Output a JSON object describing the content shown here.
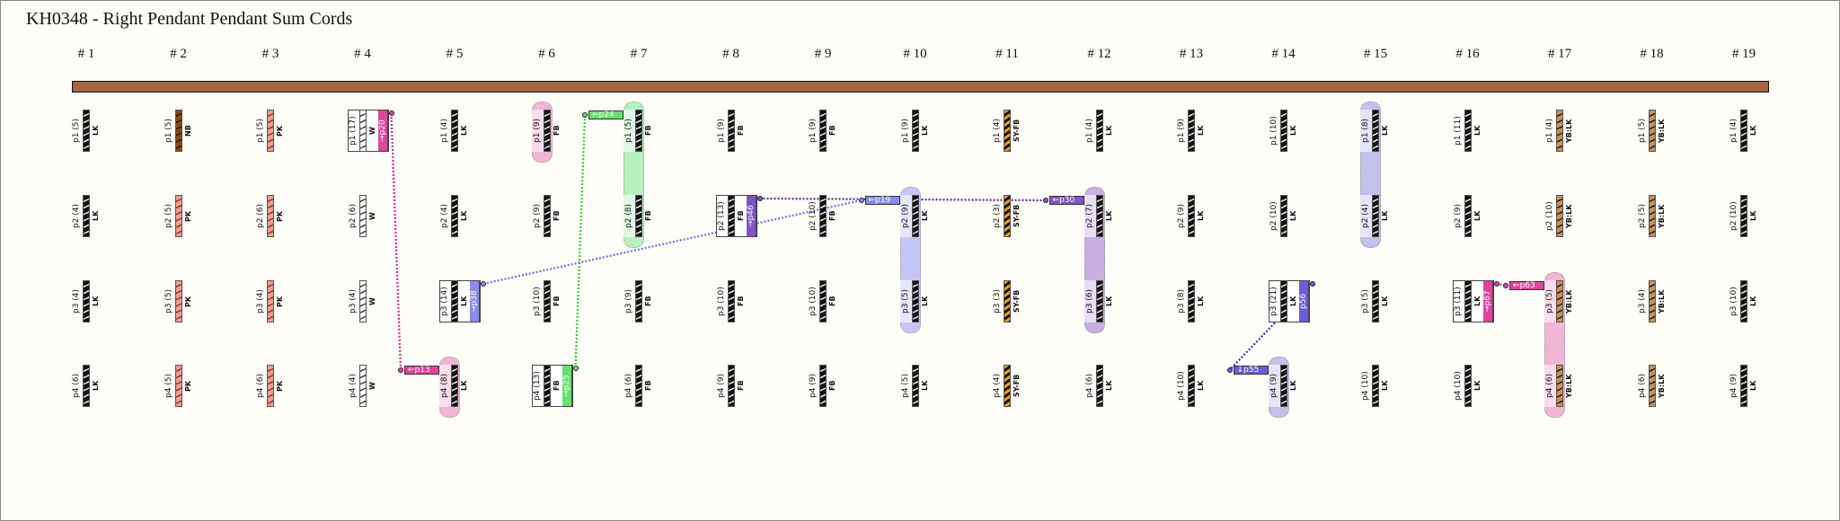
{
  "title": "KH0348 - Right Pendant Pendant Sum Cords",
  "column_headers": [
    "# 1",
    "# 2",
    "# 3",
    "# 4",
    "# 5",
    "# 6",
    "# 7",
    "# 8",
    "# 9",
    "# 10",
    "# 11",
    "# 12",
    "# 13",
    "# 14",
    "# 15",
    "# 16",
    "# 17",
    "# 18",
    "# 19"
  ],
  "top_cord_color": "#a8663f",
  "columns": [
    {
      "cords": [
        {
          "label": "p1 (5)",
          "color": "LK"
        },
        {
          "label": "p2 (4)",
          "color": "LK"
        },
        {
          "label": "p3 (4)",
          "color": "LK"
        },
        {
          "label": "p4 (6)",
          "color": "LK"
        }
      ]
    },
    {
      "cords": [
        {
          "label": "p1 (5)",
          "color": "NB"
        },
        {
          "label": "p2 (5)",
          "color": "PK"
        },
        {
          "label": "p3 (5)",
          "color": "PK"
        },
        {
          "label": "p4 (5)",
          "color": "PK"
        }
      ]
    },
    {
      "cords": [
        {
          "label": "p1 (5)",
          "color": "PK"
        },
        {
          "label": "p2 (6)",
          "color": "PK"
        },
        {
          "label": "p3 (4)",
          "color": "PK"
        },
        {
          "label": "p4 (6)",
          "color": "PK"
        }
      ]
    },
    {
      "cords": [
        {
          "label": "p1 (17)",
          "color": "W"
        },
        {
          "label": "p2 (6)",
          "color": "W"
        },
        {
          "label": "p3 (4)",
          "color": "W"
        },
        {
          "label": "p4 (4)",
          "color": "W"
        }
      ]
    },
    {
      "cords": [
        {
          "label": "p1 (4)",
          "color": "LK"
        },
        {
          "label": "p2 (4)",
          "color": "LK"
        },
        {
          "label": "p3 (14)",
          "color": "LK"
        },
        {
          "label": "p4 (8)",
          "color": "LK"
        }
      ]
    },
    {
      "cords": [
        {
          "label": "p1 (9)",
          "color": "FB"
        },
        {
          "label": "p2 (9)",
          "color": "FB"
        },
        {
          "label": "p3 (10)",
          "color": "FB"
        },
        {
          "label": "p4 (13)",
          "color": "FB"
        }
      ]
    },
    {
      "cords": [
        {
          "label": "p1 (5)",
          "color": "FB"
        },
        {
          "label": "p2 (8)",
          "color": "FB"
        },
        {
          "label": "p3 (9)",
          "color": "FB"
        },
        {
          "label": "p4 (6)",
          "color": "FB"
        }
      ]
    },
    {
      "cords": [
        {
          "label": "p1 (9)",
          "color": "FB"
        },
        {
          "label": "p2 (13)",
          "color": "FB"
        },
        {
          "label": "p3 (10)",
          "color": "FB"
        },
        {
          "label": "p4 (9)",
          "color": "FB"
        }
      ]
    },
    {
      "cords": [
        {
          "label": "p1 (9)",
          "color": "FB"
        },
        {
          "label": "p2 (10)",
          "color": "FB"
        },
        {
          "label": "p3 (10)",
          "color": "FB"
        },
        {
          "label": "p4 (9)",
          "color": "FB"
        }
      ]
    },
    {
      "cords": [
        {
          "label": "p1 (9)",
          "color": "LK"
        },
        {
          "label": "p2 (9)",
          "color": "LK"
        },
        {
          "label": "p3 (5)",
          "color": "LK"
        },
        {
          "label": "p4 (5)",
          "color": "LK"
        }
      ]
    },
    {
      "cords": [
        {
          "label": "p1 (4)",
          "color": "SY-FB"
        },
        {
          "label": "p2 (3)",
          "color": "SY-FB"
        },
        {
          "label": "p3 (3)",
          "color": "SY-FB"
        },
        {
          "label": "p4 (4)",
          "color": "SY-FB"
        }
      ]
    },
    {
      "cords": [
        {
          "label": "p1 (4)",
          "color": "LK"
        },
        {
          "label": "p2 (7)",
          "color": "LK"
        },
        {
          "label": "p3 (6)",
          "color": "LK"
        },
        {
          "label": "p4 (6)",
          "color": "LK"
        }
      ]
    },
    {
      "cords": [
        {
          "label": "p1 (9)",
          "color": "LK"
        },
        {
          "label": "p2 (9)",
          "color": "LK"
        },
        {
          "label": "p3 (8)",
          "color": "LK"
        },
        {
          "label": "p4 (10)",
          "color": "LK"
        }
      ]
    },
    {
      "cords": [
        {
          "label": "p1 (10)",
          "color": "LK"
        },
        {
          "label": "p2 (10)",
          "color": "LK"
        },
        {
          "label": "p3 (21)",
          "color": "LK"
        },
        {
          "label": "p4 (9)",
          "color": "LK"
        }
      ]
    },
    {
      "cords": [
        {
          "label": "p1 (8)",
          "color": "LK"
        },
        {
          "label": "p2 (4)",
          "color": "LK"
        },
        {
          "label": "p3 (5)",
          "color": "LK"
        },
        {
          "label": "p4 (10)",
          "color": "LK"
        }
      ]
    },
    {
      "cords": [
        {
          "label": "p1 (11)",
          "color": "LK"
        },
        {
          "label": "p2 (9)",
          "color": "LK"
        },
        {
          "label": "p3 (11)",
          "color": "LK"
        },
        {
          "label": "p4 (10)",
          "color": "LK"
        }
      ]
    },
    {
      "cords": [
        {
          "label": "p1 (4)",
          "color": "YB:LK"
        },
        {
          "label": "p2 (10)",
          "color": "YB:LK"
        },
        {
          "label": "p3 (5)",
          "color": "YB:LK"
        },
        {
          "label": "p4 (6)",
          "color": "YB:LK"
        }
      ]
    },
    {
      "cords": [
        {
          "label": "p1 (5)",
          "color": "YB:LK"
        },
        {
          "label": "p2 (5)",
          "color": "YB:LK"
        },
        {
          "label": "p3 (4)",
          "color": "YB:LK"
        },
        {
          "label": "p4 (6)",
          "color": "YB:LK"
        }
      ]
    },
    {
      "cords": [
        {
          "label": "p1 (4)",
          "color": "LK"
        },
        {
          "label": "p2 (10)",
          "color": "LK"
        },
        {
          "label": "p3 (10)",
          "color": "LK"
        },
        {
          "label": "p4 (9)",
          "color": "LK"
        }
      ]
    }
  ],
  "cord_colors": {
    "LK": {
      "base": "#111111",
      "stripe": "#e8e8e8"
    },
    "FB": {
      "base": "#111111",
      "stripe": "#e8e8e8"
    },
    "NB": {
      "base": "#8b4a12",
      "stripe": "#2a1a08"
    },
    "PK": {
      "base": "#f29c8c",
      "stripe": "#8a3c34"
    },
    "W": {
      "base": "#fbfbfb",
      "stripe": "#444444"
    },
    "SY-FB": {
      "base": "#f0a020",
      "stripe": "#111111"
    },
    "YB:LK": {
      "base": "#c8915a",
      "stripe": "#1e1e1e"
    }
  },
  "tones": {
    "pink": {
      "tag": "#e0449e",
      "fill": "#f0b6d4",
      "light": "#fadcea",
      "line": "#e0209a"
    },
    "green": {
      "tag": "#66e070",
      "fill": "#b8f0c0",
      "light": "#e0f8e4",
      "line": "#30d030"
    },
    "blue": {
      "tag": "#8a8af0",
      "fill": "#c6c6f6",
      "light": "#e6e6fa",
      "line": "#7070f0"
    },
    "purple": {
      "tag": "#8454c4",
      "fill": "#c8b0e0",
      "light": "#e8def2",
      "line": "#5a2aa0"
    },
    "indigo": {
      "tag": "#6a5ed8",
      "fill": "#c4c0ec",
      "light": "#e6e4f8",
      "line": "#3030d0"
    }
  },
  "sum_cords": [
    {
      "col": 4,
      "row": 1,
      "tag": "→p20",
      "tone": "pink"
    },
    {
      "col": 5,
      "row": 3,
      "tag": "→p38",
      "tone": "blue"
    },
    {
      "col": 6,
      "row": 4,
      "tag": "→p25",
      "tone": "green"
    },
    {
      "col": 8,
      "row": 2,
      "tag": "→p46",
      "tone": "purple"
    },
    {
      "col": 14,
      "row": 3,
      "tag": "p56",
      "tone": "indigo"
    },
    {
      "col": 16,
      "row": 3,
      "tag": "→p67",
      "tone": "pink"
    }
  ],
  "groups": [
    {
      "col": 5,
      "from": 4,
      "to": 4,
      "tone": "pink",
      "tag": "←p13"
    },
    {
      "col": 6,
      "from": 1,
      "to": 1,
      "tone": "pink",
      "tag": ""
    },
    {
      "col": 7,
      "from": 1,
      "to": 2,
      "tone": "green",
      "tag": "←p24"
    },
    {
      "col": 10,
      "from": 2,
      "to": 3,
      "tone": "blue",
      "tag": "←p19"
    },
    {
      "col": 12,
      "from": 2,
      "to": 3,
      "tone": "purple",
      "tag": "←p30"
    },
    {
      "col": 14,
      "from": 4,
      "to": 4,
      "tone": "indigo",
      "tag": "↓p55"
    },
    {
      "col": 15,
      "from": 1,
      "to": 2,
      "tone": "indigo",
      "tag": ""
    },
    {
      "col": 17,
      "from": 3,
      "to": 4,
      "tone": "pink",
      "tag": "←p63"
    }
  ],
  "links": [
    {
      "from": "→p20",
      "to": "←p13",
      "tone": "pink"
    },
    {
      "from": "→p25",
      "to": "←p24",
      "tone": "green"
    },
    {
      "from": "→p38",
      "to": "←p19",
      "tone": "blue"
    },
    {
      "from": "→p46",
      "to": "←p30",
      "tone": "purple"
    },
    {
      "from": "p56",
      "to": "↓p55",
      "tone": "indigo"
    },
    {
      "from": "→p67",
      "to": "←p63",
      "tone": "pink"
    }
  ]
}
